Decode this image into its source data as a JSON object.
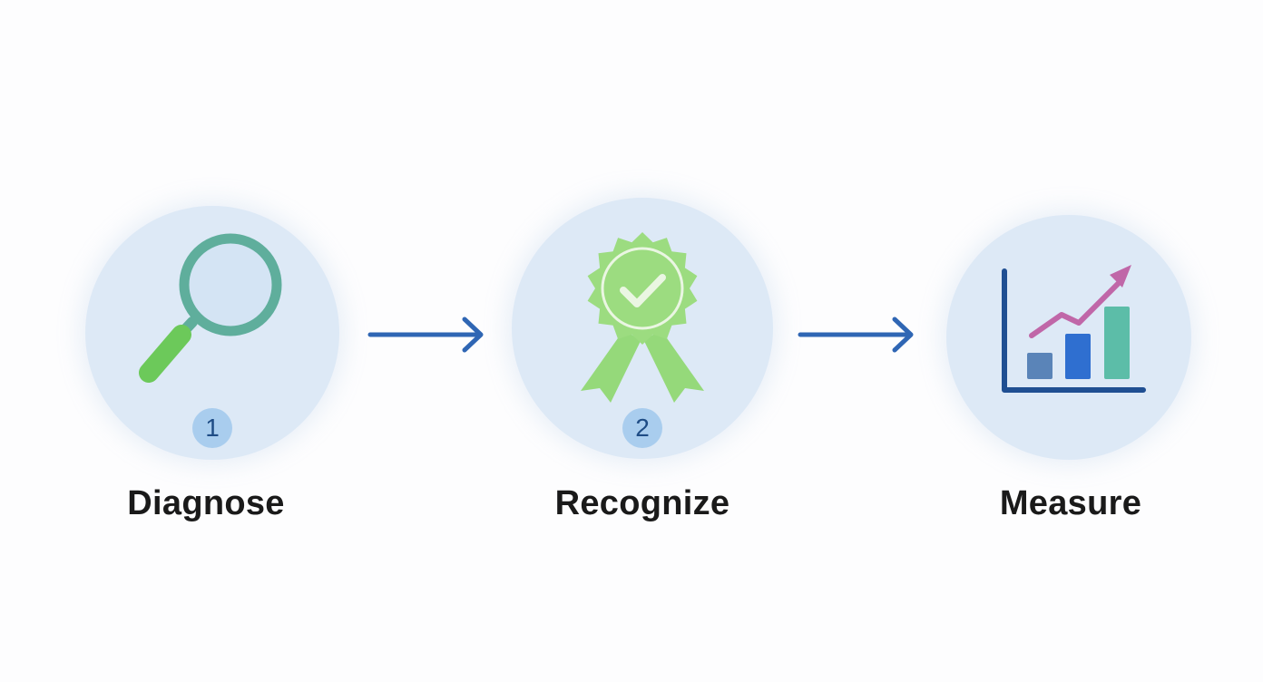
{
  "colors": {
    "circle_fill": "#dde9f6",
    "arrow": "#2f66b4",
    "magnifier_ring": "#5fae9c",
    "magnifier_handle": "#6cc95a",
    "ribbon": "#95d97a",
    "chart_axis": "#1f4f92",
    "chart_bar_1": "#5a84b8",
    "chart_bar_2": "#2f6fd0",
    "chart_bar_3": "#5cbda8",
    "trend_arrow": "#c067a8",
    "badge_fill": "#a9cdee",
    "badge_text": "#1e4c85"
  },
  "steps": [
    {
      "label": "Diagnose",
      "badge": "1",
      "icon": "magnifying-glass-icon"
    },
    {
      "label": "Recognize",
      "badge": "2",
      "icon": "award-ribbon-icon"
    },
    {
      "label": "Measure",
      "icon": "growth-chart-icon"
    }
  ],
  "arrows": [
    "right-arrow-icon",
    "right-arrow-icon"
  ]
}
